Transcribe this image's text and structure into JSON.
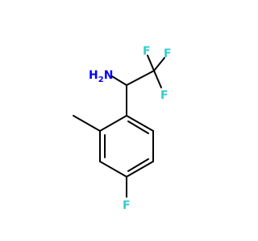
{
  "atoms": {
    "nh2": {
      "text": "H",
      "sub": "2",
      "letter": "N",
      "color": "#0000ff"
    },
    "f1": {
      "text": "F",
      "color": "#33cccc"
    },
    "f2": {
      "text": "F",
      "color": "#33cccc"
    },
    "f3": {
      "text": "F",
      "color": "#33cccc"
    },
    "f4": {
      "text": "F",
      "color": "#33cccc"
    }
  },
  "colors": {
    "background": "#ffffff",
    "bond": "#000000",
    "nitrogen": "#0000ff",
    "fluorine": "#33cccc"
  }
}
